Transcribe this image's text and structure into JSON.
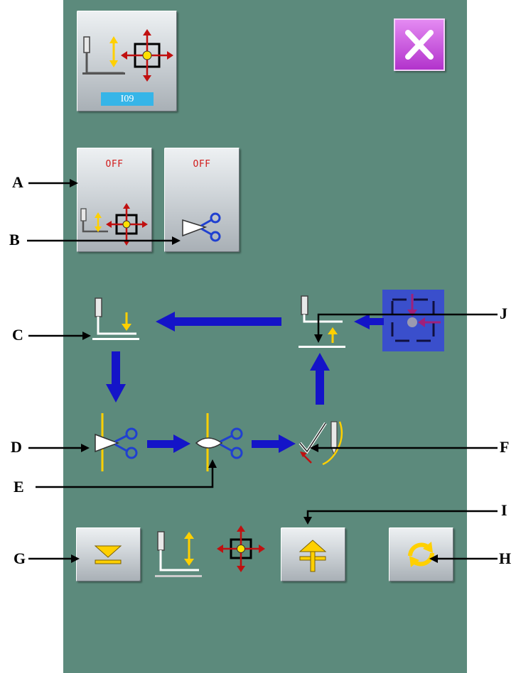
{
  "program_button": {
    "number": "I09"
  },
  "toggle_a": {
    "state": "OFF"
  },
  "toggle_b": {
    "state": "OFF"
  },
  "callouts": {
    "a": "A",
    "b": "B",
    "c": "C",
    "d": "D",
    "e": "E",
    "f": "F",
    "g": "G",
    "h": "H",
    "i": "I",
    "j": "J"
  },
  "colors": {
    "panel": "#5c8a7c",
    "flow_arrow": "#1414c8",
    "state_red": "#d11a1a",
    "badge": "#36b5e8",
    "close": "#c04dd9"
  },
  "icons": [
    "presser-foot-icon",
    "move-cross-icon",
    "scissors-icon",
    "close-icon",
    "lower-arrow-icon",
    "raise-arrow-icon",
    "rotate-icon"
  ]
}
